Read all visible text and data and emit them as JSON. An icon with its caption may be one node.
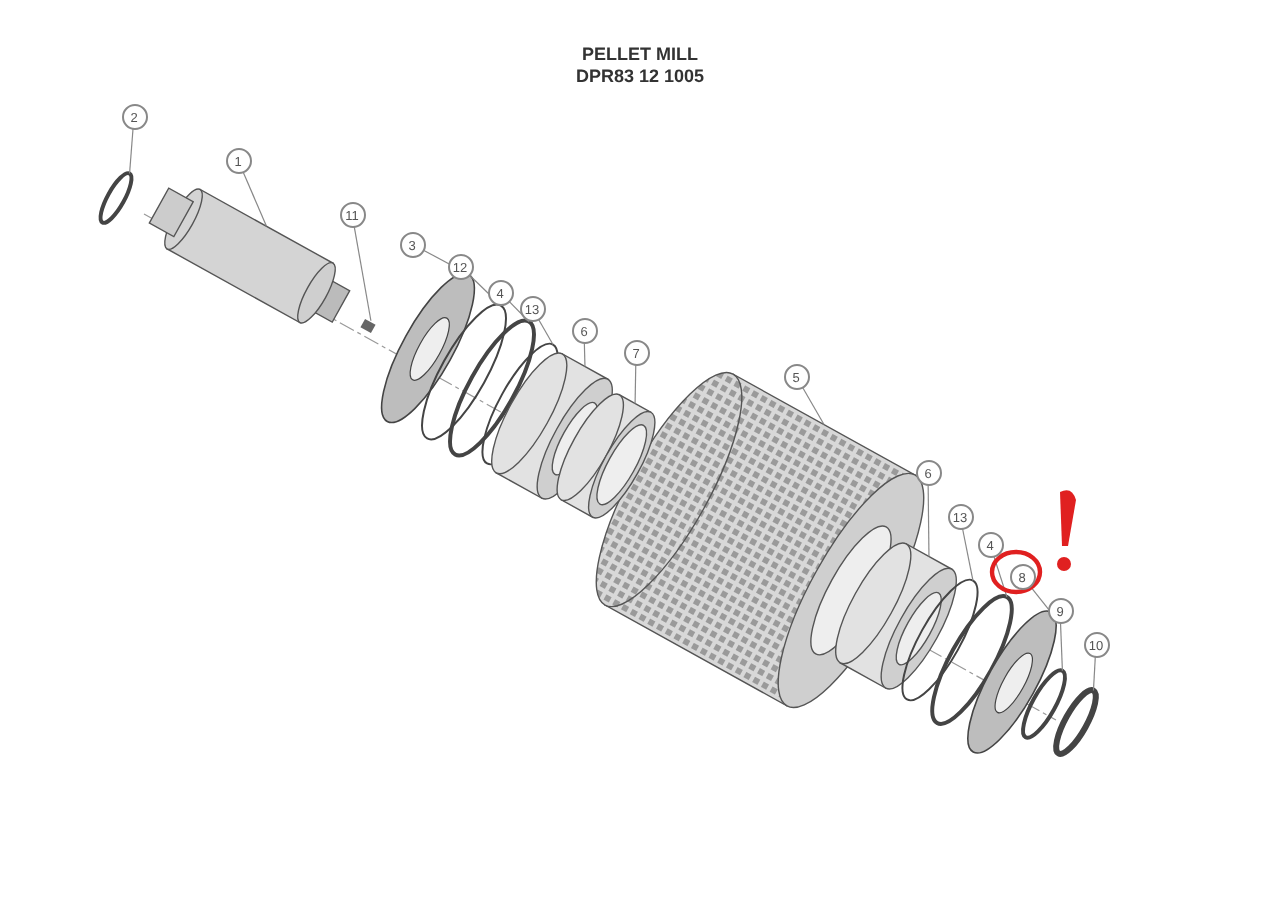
{
  "diagram": {
    "title": "PELLET MILL",
    "nodes": [
      {
        "text": [
          "2"
        ]
      },
      {
        "text": [
          "1"
        ]
      },
      {
        "text": [
          "11"
        ]
      },
      {
        "text": [
          "3"
        ]
      },
      {
        "text": [
          "12"
        ]
      },
      {
        "text": [
          "4"
        ]
      },
      {
        "text": [
          "13"
        ]
      },
      {
        "text": [
          "6"
        ]
      },
      {
        "text": [
          "7"
        ]
      },
      {
        "text": [
          "5"
        ]
      },
      {
        "text": [
          "6"
        ]
      },
      {
        "text": [
          "13"
        ]
      },
      {
        "text": [
          "4"
        ]
      },
      {
        "text": [
          "8"
        ]
      },
      {
        "text": [
          "9"
        ]
      },
      {
        "text": [
          "10"
        ]
      },
      {
        "text": [],
        "shape": "circle"
      },
      {
        "text": [],
        "shape": "picture"
      },
      {
        "text": [],
        "shape": "box"
      },
      {
        "text": [],
        "shape": "picture"
      },
      {
        "text": [],
        "shape": "circle"
      },
      {
        "text": [],
        "shape": "circle"
      },
      {
        "text": [],
        "shape": "circle"
      },
      {
        "text": [],
        "shape": "picture"
      },
      {
        "text": [],
        "shape": "picture"
      },
      {
        "text": [],
        "shape": "picture"
      },
      {
        "text": [],
        "shape": "picture"
      },
      {
        "text": [],
        "shape": "circle"
      },
      {
        "text": [],
        "shape": "circle"
      },
      {
        "text": [],
        "shape": "picture"
      },
      {
        "text": [],
        "shape": "circle"
      },
      {
        "text": [],
        "shape": "circle"
      }
    ],
    "edges": [
      {
        "from": 0,
        "to": 16,
        "arrow": "none"
      },
      {
        "from": 1,
        "to": 17,
        "arrow": "none"
      },
      {
        "from": 2,
        "to": 18,
        "arrow": "none"
      },
      {
        "from": 3,
        "to": 19,
        "arrow": "none"
      },
      {
        "from": 4,
        "to": 20,
        "arrow": "none"
      },
      {
        "from": 5,
        "to": 21,
        "arrow": "none"
      },
      {
        "from": 6,
        "to": 22,
        "arrow": "none"
      },
      {
        "from": 7,
        "to": 23,
        "arrow": "none"
      },
      {
        "from": 8,
        "to": 24,
        "arrow": "none"
      },
      {
        "from": 9,
        "to": 25,
        "arrow": "none"
      },
      {
        "from": 10,
        "to": 26,
        "arrow": "none"
      },
      {
        "from": 11,
        "to": 27,
        "arrow": "none"
      },
      {
        "from": 12,
        "to": 28,
        "arrow": "none"
      },
      {
        "from": 13,
        "to": 29,
        "arrow": "none"
      },
      {
        "from": 14,
        "to": 30,
        "arrow": "none"
      },
      {
        "from": 15,
        "to": 31,
        "arrow": "none"
      }
    ],
    "labels": [
      "DPR83 12 1005"
    ]
  }
}
